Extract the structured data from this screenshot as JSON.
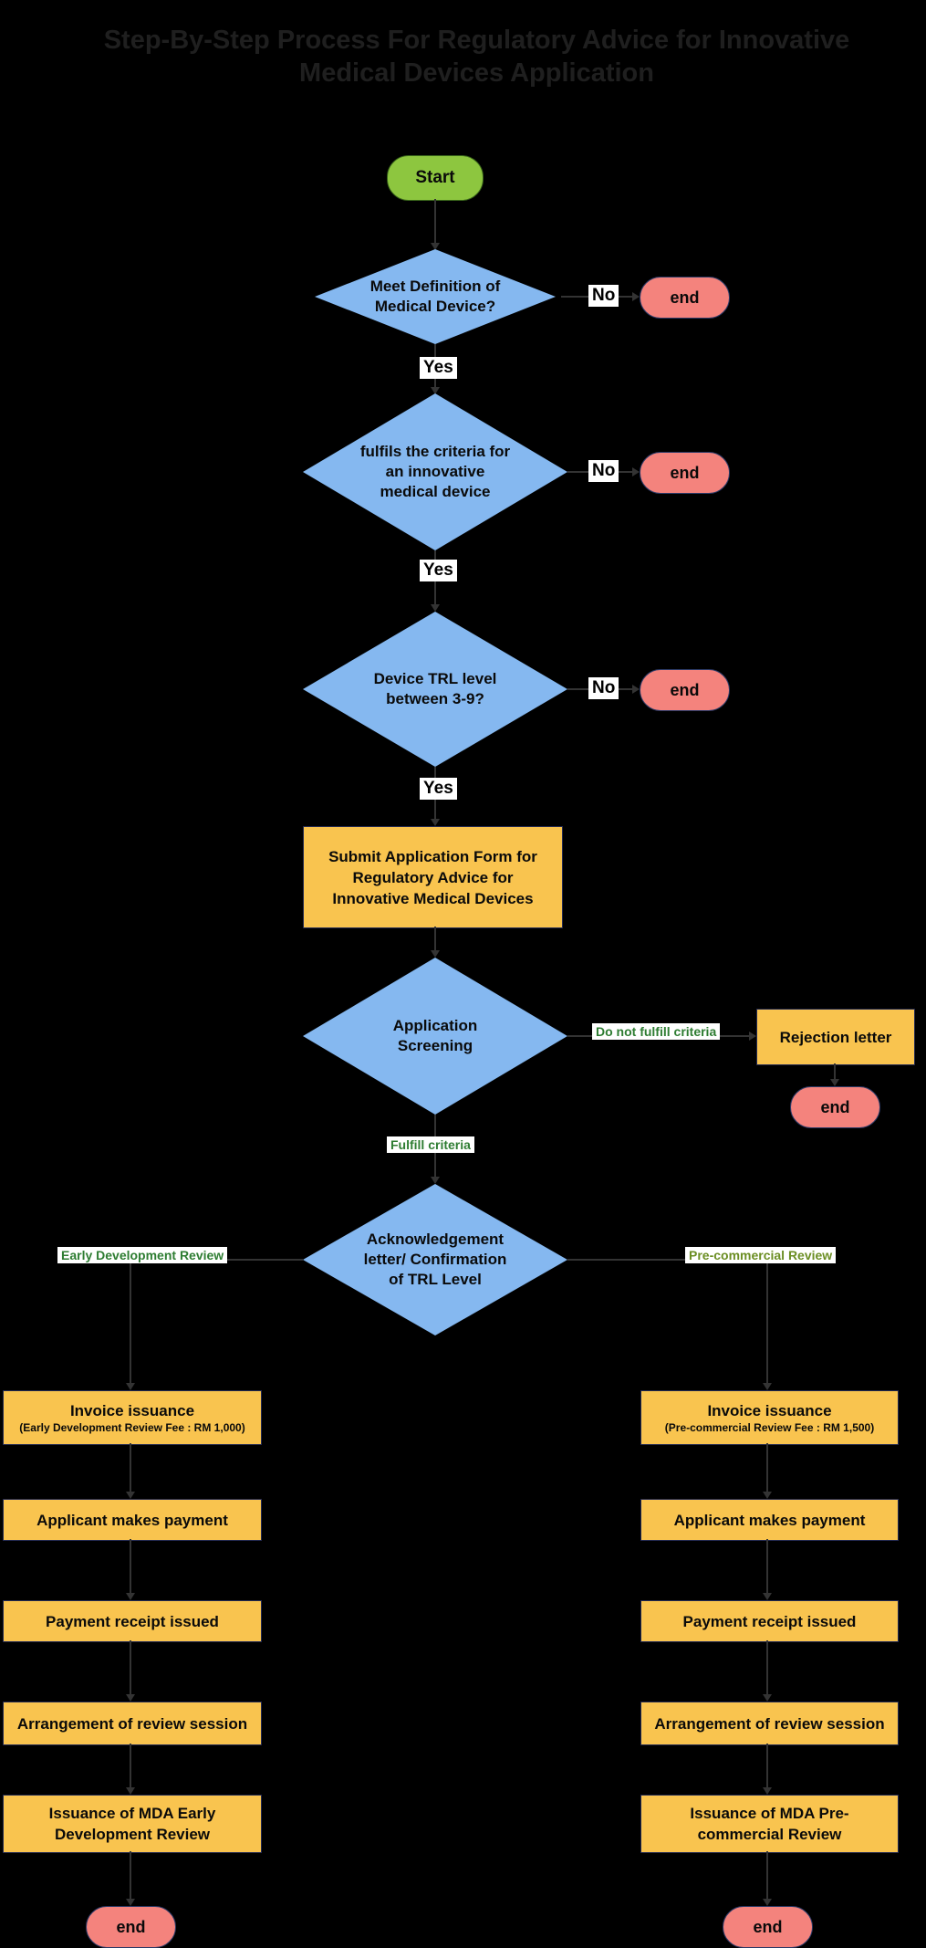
{
  "title": {
    "line1": "Step-By-Step Process For Regulatory Advice for Innovative",
    "line2": "Medical Devices Application"
  },
  "terminals": {
    "start": "Start",
    "end": "end"
  },
  "decisions": {
    "meet_definition": {
      "line1": "Meet Definition of",
      "line2": "Medical Device?"
    },
    "innovative_criteria": {
      "line1": "fulfils the criteria for",
      "line2": "an innovative",
      "line3": "medical device"
    },
    "trl_level": {
      "line1": "Device TRL level",
      "line2": "between 3-9?"
    },
    "application_screening": {
      "line1": "Application",
      "line2": "Screening"
    },
    "acknowledgement": {
      "line1": "Acknowledgement",
      "line2": "letter/ Confirmation",
      "line3": "of TRL Level"
    }
  },
  "processes": {
    "submit_application": {
      "line1": "Submit Application Form for",
      "line2": "Regulatory Advice for",
      "line3": "Innovative Medical Devices"
    },
    "rejection_letter": "Rejection letter"
  },
  "edge_labels": {
    "yes": "Yes",
    "no": "No",
    "do_not_fulfill": "Do not fulfill criteria",
    "fulfill": "Fulfill criteria"
  },
  "columns": {
    "left": {
      "branch_label": "Early Development Review",
      "invoice_title": "Invoice issuance",
      "invoice_fee_note": "(Early Development Review Fee : RM 1,000)",
      "step1": "Applicant makes payment",
      "step2": "Payment receipt issued",
      "step3": "Arrangement of review session",
      "issuance_line1": "Issuance of MDA Early",
      "issuance_line2": "Development Review"
    },
    "right": {
      "branch_label": "Pre-commercial Review",
      "invoice_title": "Invoice issuance",
      "invoice_fee_note": "(Pre-commercial Review Fee : RM 1,500)",
      "step1": "Applicant makes payment",
      "step2": "Payment receipt issued",
      "step3": "Arrangement of review session",
      "issuance_line1": "Issuance of MDA Pre-",
      "issuance_line2": "commercial Review"
    }
  },
  "colors": {
    "background": "#000000",
    "title_text": "#1f1f1f",
    "decision_fill": "#85B8F0",
    "start_fill": "#8DC63F",
    "end_fill": "#F4837D",
    "process_fill": "#F9C44F",
    "connector": "#333333",
    "edge_label_bg": "#FFFFFF",
    "edge_label_green": "#2E7D32",
    "edge_label_olive": "#6B8E23",
    "node_text": "#0A0A0A"
  }
}
